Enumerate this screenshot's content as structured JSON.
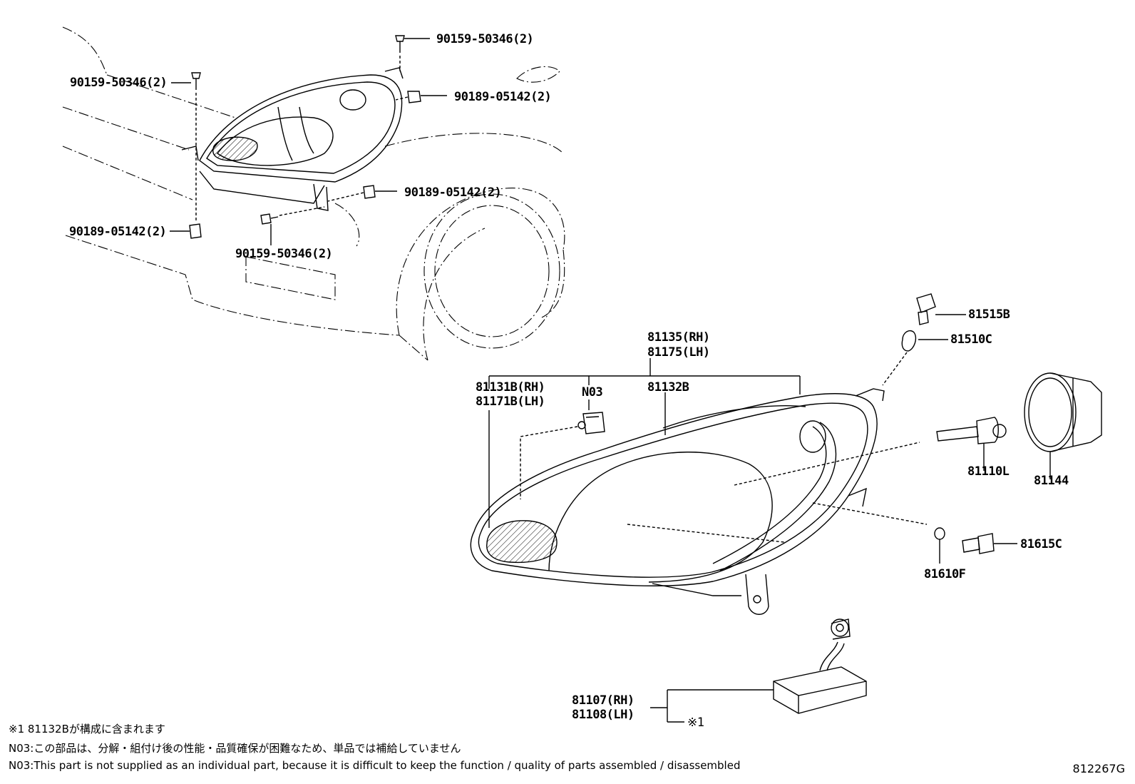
{
  "upper_labels": {
    "bolt_top": "90159-50346(2)",
    "clip_top_right": "90189-05142(2)",
    "bolt_left": "90159-50346(2)",
    "clip_mid_right": "90189-05142(2)",
    "clip_bottom_left": "90189-05142(2)",
    "bolt_bottom": "90159-50346(2)"
  },
  "lower_labels": {
    "unit_rh": "81135(RH)",
    "unit_lh": "81175(LH)",
    "lens_rh": "81131B(RH)",
    "lens_lh": "81171B(LH)",
    "n03": "N03",
    "housing": "81132B",
    "socket_top": "81515B",
    "bulb_wedge": "81510C",
    "hid_bulb": "81110L",
    "cover": "81144",
    "small_bulb": "81610F",
    "small_socket": "81615C",
    "ballast_rh": "81107(RH)",
    "ballast_lh": "81108(LH)",
    "ref_mark": "※1"
  },
  "notes": [
    "※1 81132Bが構成に含まれます",
    "N03:この部品は、分解・組付け後の性能・品質確保が困難なため、単品では補給していません",
    "N03:This part is not supplied as an individual part, because it is difficult to keep the function / quality of parts assembled / disassembled"
  ],
  "diagram_code": "812267G"
}
